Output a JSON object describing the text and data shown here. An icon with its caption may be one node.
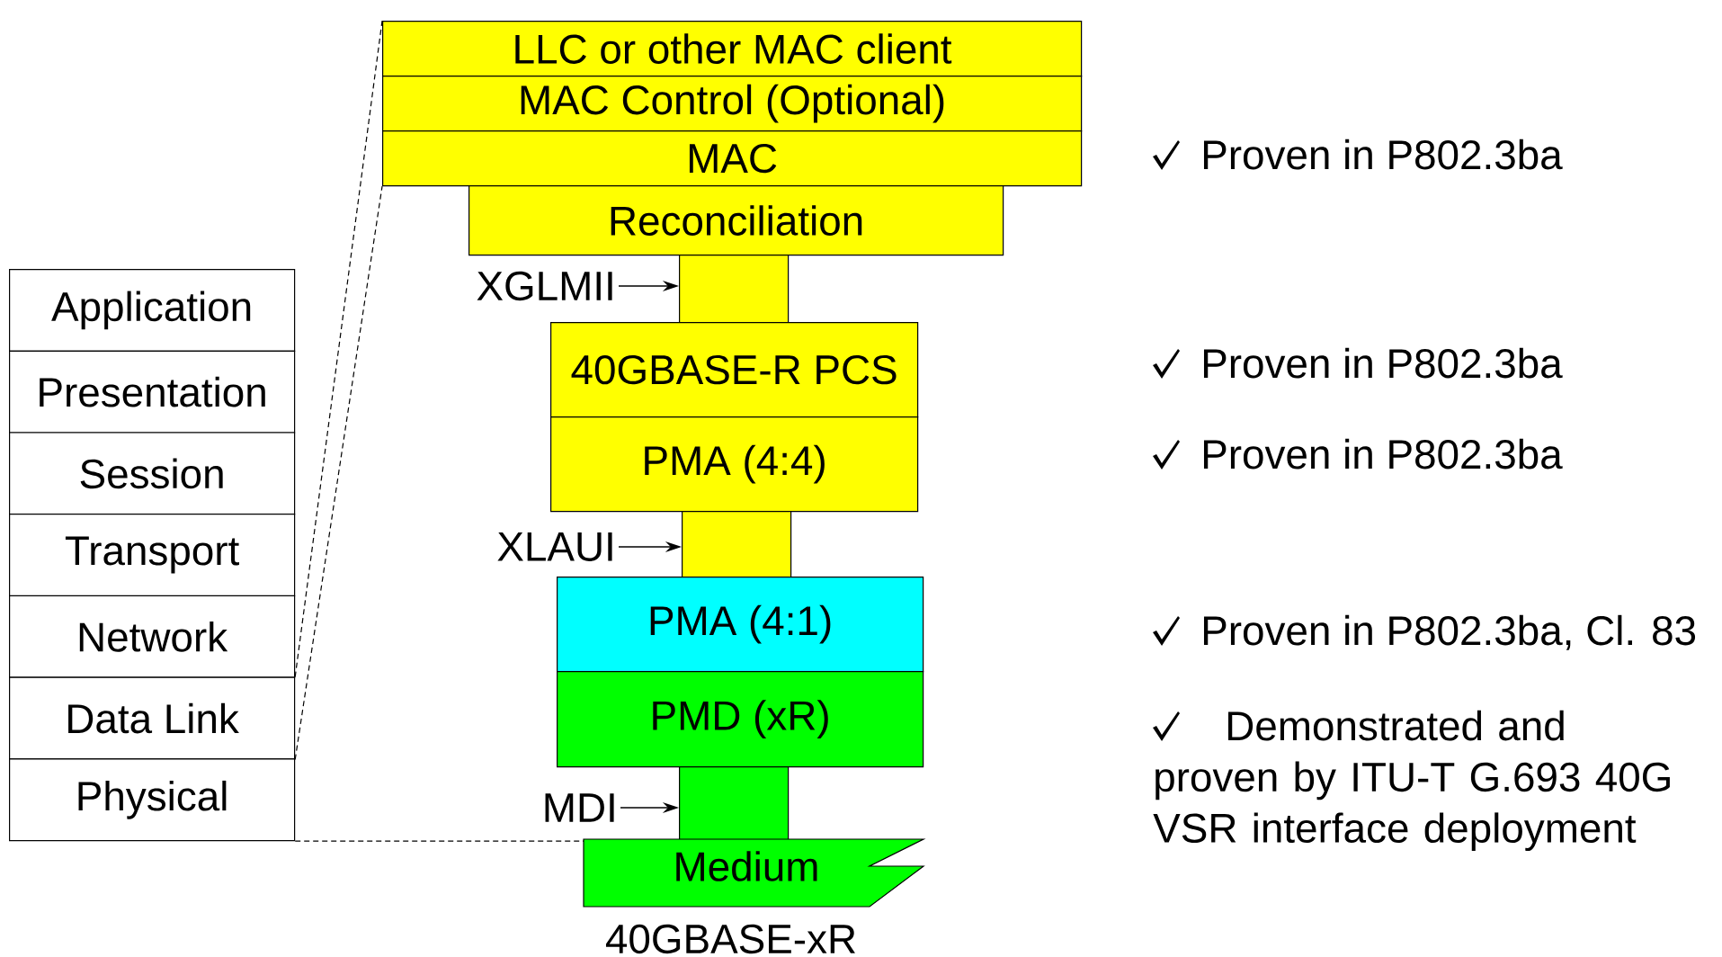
{
  "diagram": {
    "nodes": [
      {
        "text": [
          "Application"
        ]
      },
      {
        "text": [
          "Presentation"
        ]
      },
      {
        "text": [
          "Session"
        ]
      },
      {
        "text": [
          "Transport"
        ]
      },
      {
        "text": [
          "Network"
        ]
      },
      {
        "text": [
          "Data Link"
        ]
      },
      {
        "text": [
          "Physical"
        ]
      },
      {
        "text": [
          "LLC or other MAC client"
        ]
      },
      {
        "text": [
          "MAC Control (Optional)"
        ]
      },
      {
        "text": [
          "MAC"
        ]
      },
      {
        "text": [
          "Reconciliation"
        ]
      },
      {
        "text": [
          "XGLMII"
        ]
      },
      {
        "text": [],
        "shape": "box"
      },
      {
        "text": [
          "40GBASE-R PCS"
        ]
      },
      {
        "text": [
          "PMA (4:4)"
        ]
      },
      {
        "text": [
          "XLAUI"
        ]
      },
      {
        "text": [],
        "shape": "box"
      },
      {
        "text": [
          "PMA (4:1)"
        ]
      },
      {
        "text": [
          "PMD (xR)"
        ]
      },
      {
        "text": [
          "MDI"
        ]
      },
      {
        "text": [],
        "shape": "box"
      },
      {
        "text": [
          "Medium"
        ]
      }
    ],
    "edges": [
      {
        "from": 11,
        "to": 12,
        "arrow": "to"
      },
      {
        "from": 15,
        "to": 16,
        "arrow": "to"
      },
      {
        "from": 19,
        "to": 20,
        "arrow": "to"
      },
      {
        "from": 5,
        "to": 7,
        "arrow": "none",
        "style": "dashed"
      },
      {
        "from": 5,
        "to": 9,
        "arrow": "none",
        "style": "dashed"
      },
      {
        "from": 6,
        "to": 21,
        "arrow": "none",
        "style": "dashed"
      }
    ],
    "labels": [
      "Proven in P802.3ba",
      "Proven in P802.3ba",
      "Proven in P802.3ba",
      "Proven in P802.3ba, Cl. 83",
      "Demonstrated and proven by ITU-T G.693 40G VSR interface deployment",
      "40GBASE-xR"
    ]
  }
}
